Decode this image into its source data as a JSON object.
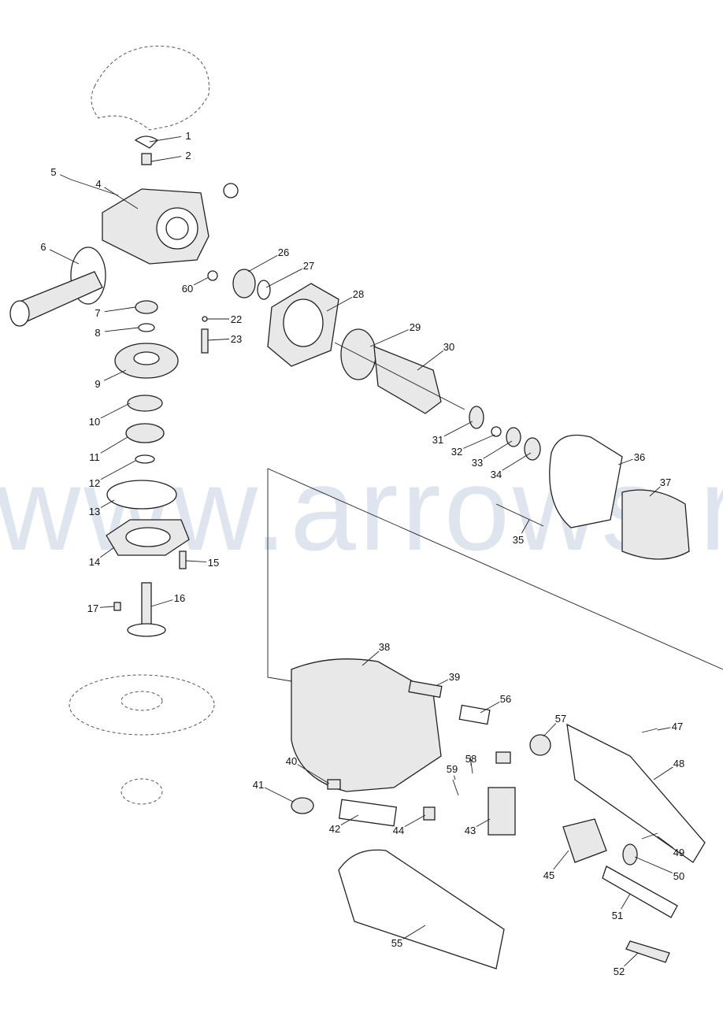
{
  "diagram": {
    "watermark": "www.arrows.ru",
    "part_numbers": [
      "1",
      "2",
      "4",
      "5",
      "6",
      "7",
      "8",
      "9",
      "10",
      "11",
      "12",
      "13",
      "14",
      "15",
      "16",
      "17",
      "22",
      "23",
      "26",
      "27",
      "28",
      "29",
      "30",
      "31",
      "32",
      "33",
      "34",
      "35",
      "36",
      "37",
      "38",
      "39",
      "40",
      "41",
      "42",
      "43",
      "44",
      "45",
      "47",
      "48",
      "49",
      "50",
      "51",
      "52",
      "55",
      "56",
      "57",
      "58",
      "59",
      "60"
    ]
  }
}
